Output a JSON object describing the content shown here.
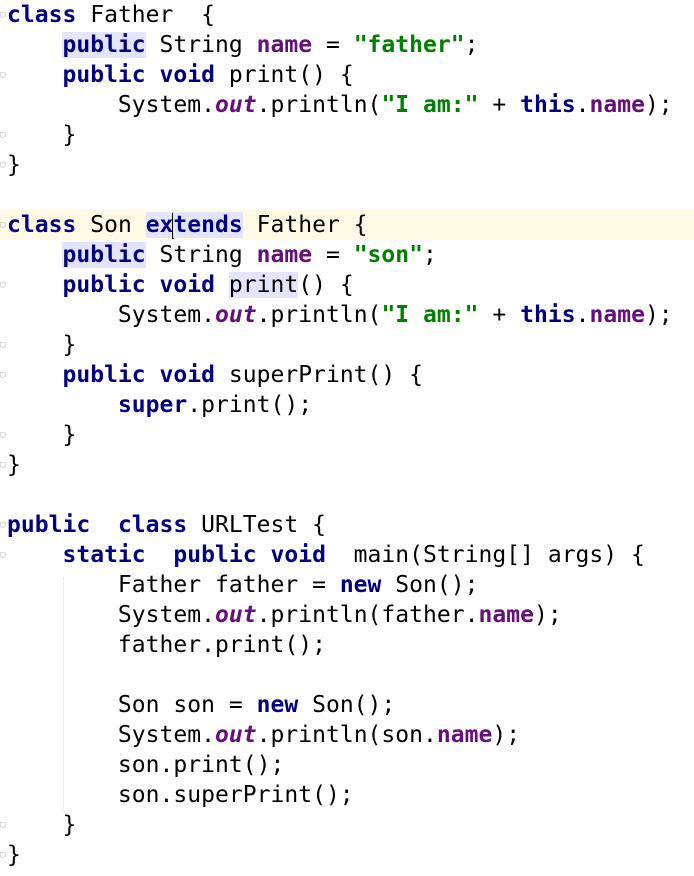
{
  "editor": {
    "lines": [
      [
        {
          "t": "class",
          "c": "kw"
        },
        {
          "t": " Father  {"
        }
      ],
      [
        {
          "t": "    "
        },
        {
          "t": "public",
          "c": "kw hl"
        },
        {
          "t": " String "
        },
        {
          "t": "name",
          "c": "fld"
        },
        {
          "t": " = "
        },
        {
          "t": "\"father\"",
          "c": "str"
        },
        {
          "t": ";"
        }
      ],
      [
        {
          "t": "    "
        },
        {
          "t": "public",
          "c": "kw"
        },
        {
          "t": " "
        },
        {
          "t": "void",
          "c": "kw"
        },
        {
          "t": " print() {"
        }
      ],
      [
        {
          "t": "        System."
        },
        {
          "t": "out",
          "c": "sfld"
        },
        {
          "t": ".println("
        },
        {
          "t": "\"I am:\"",
          "c": "str"
        },
        {
          "t": " + "
        },
        {
          "t": "this",
          "c": "kw"
        },
        {
          "t": "."
        },
        {
          "t": "name",
          "c": "fld"
        },
        {
          "t": ");"
        }
      ],
      [
        {
          "t": "    }"
        }
      ],
      [
        {
          "t": "}"
        }
      ],
      [],
      [
        {
          "t": "class",
          "c": "kw"
        },
        {
          "t": " Son "
        },
        {
          "t": "ex",
          "c": "kw hl"
        },
        {
          "caret": true
        },
        {
          "t": "tends",
          "c": "kw hl"
        },
        {
          "t": " Father {"
        }
      ],
      [
        {
          "t": "    "
        },
        {
          "t": "public",
          "c": "kw hl"
        },
        {
          "t": " String "
        },
        {
          "t": "name",
          "c": "fld"
        },
        {
          "t": " = "
        },
        {
          "t": "\"son\"",
          "c": "str"
        },
        {
          "t": ";"
        }
      ],
      [
        {
          "t": "    "
        },
        {
          "t": "public",
          "c": "kw"
        },
        {
          "t": " "
        },
        {
          "t": "void",
          "c": "kw"
        },
        {
          "t": " "
        },
        {
          "t": "print",
          "c": "hl"
        },
        {
          "t": "() {"
        }
      ],
      [
        {
          "t": "        System."
        },
        {
          "t": "out",
          "c": "sfld"
        },
        {
          "t": ".println("
        },
        {
          "t": "\"I am:\"",
          "c": "str"
        },
        {
          "t": " + "
        },
        {
          "t": "this",
          "c": "kw"
        },
        {
          "t": "."
        },
        {
          "t": "name",
          "c": "fld"
        },
        {
          "t": ");"
        }
      ],
      [
        {
          "t": "    }"
        }
      ],
      [
        {
          "t": "    "
        },
        {
          "t": "public",
          "c": "kw"
        },
        {
          "t": " "
        },
        {
          "t": "void",
          "c": "kw"
        },
        {
          "t": " superPrint() {"
        }
      ],
      [
        {
          "t": "        "
        },
        {
          "t": "super",
          "c": "kw"
        },
        {
          "t": ".print();"
        }
      ],
      [
        {
          "t": "    }"
        }
      ],
      [
        {
          "t": "}"
        }
      ],
      [],
      [
        {
          "t": "public",
          "c": "kw"
        },
        {
          "t": "  "
        },
        {
          "t": "class",
          "c": "kw"
        },
        {
          "t": " URLTest {"
        }
      ],
      [
        {
          "t": "    "
        },
        {
          "t": "static",
          "c": "kw"
        },
        {
          "t": "  "
        },
        {
          "t": "public",
          "c": "kw"
        },
        {
          "t": " "
        },
        {
          "t": "void",
          "c": "kw"
        },
        {
          "t": "  main(String[] args) {"
        }
      ],
      [
        {
          "t": "        Father father = "
        },
        {
          "t": "new",
          "c": "kw"
        },
        {
          "t": " Son();"
        }
      ],
      [
        {
          "t": "        System."
        },
        {
          "t": "out",
          "c": "sfld"
        },
        {
          "t": ".println(father."
        },
        {
          "t": "name",
          "c": "fld"
        },
        {
          "t": ");"
        }
      ],
      [
        {
          "t": "        father.print();"
        }
      ],
      [],
      [
        {
          "t": "        Son son = "
        },
        {
          "t": "new",
          "c": "kw"
        },
        {
          "t": " Son();"
        }
      ],
      [
        {
          "t": "        System."
        },
        {
          "t": "out",
          "c": "sfld"
        },
        {
          "t": ".println(son."
        },
        {
          "t": "name",
          "c": "fld"
        },
        {
          "t": ");"
        }
      ],
      [
        {
          "t": "        son.print();"
        }
      ],
      [
        {
          "t": "        son.superPrint();"
        }
      ],
      [
        {
          "t": "    }"
        }
      ],
      [
        {
          "t": "}"
        }
      ]
    ],
    "current_line": 7,
    "gutter_marks": {
      "0": "▢",
      "2": "▢",
      "4": "▢",
      "5": "▢",
      "7": "▢",
      "9": "▢",
      "11": "▢",
      "12": "▢",
      "14": "▢",
      "15": "▢",
      "17": "▢",
      "18": "▢",
      "27": "▢",
      "28": "▢"
    }
  }
}
